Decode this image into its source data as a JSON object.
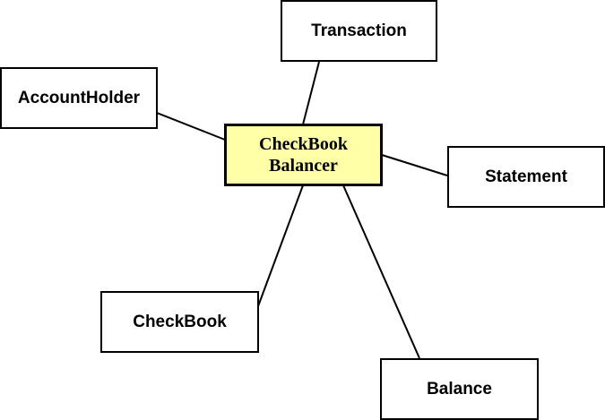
{
  "diagram": {
    "center": {
      "label": "CheckBook\nBalancer",
      "fill": "#ffffa8"
    },
    "nodes": [
      {
        "id": "transaction",
        "label": "Transaction"
      },
      {
        "id": "account-holder",
        "label": "AccountHolder"
      },
      {
        "id": "statement",
        "label": "Statement"
      },
      {
        "id": "checkbook",
        "label": "CheckBook"
      },
      {
        "id": "balance",
        "label": "Balance"
      }
    ],
    "edges": [
      {
        "from": "CheckBook Balancer",
        "to": "Transaction"
      },
      {
        "from": "CheckBook Balancer",
        "to": "AccountHolder"
      },
      {
        "from": "CheckBook Balancer",
        "to": "Statement"
      },
      {
        "from": "CheckBook Balancer",
        "to": "CheckBook"
      },
      {
        "from": "CheckBook Balancer",
        "to": "Balance"
      }
    ]
  }
}
